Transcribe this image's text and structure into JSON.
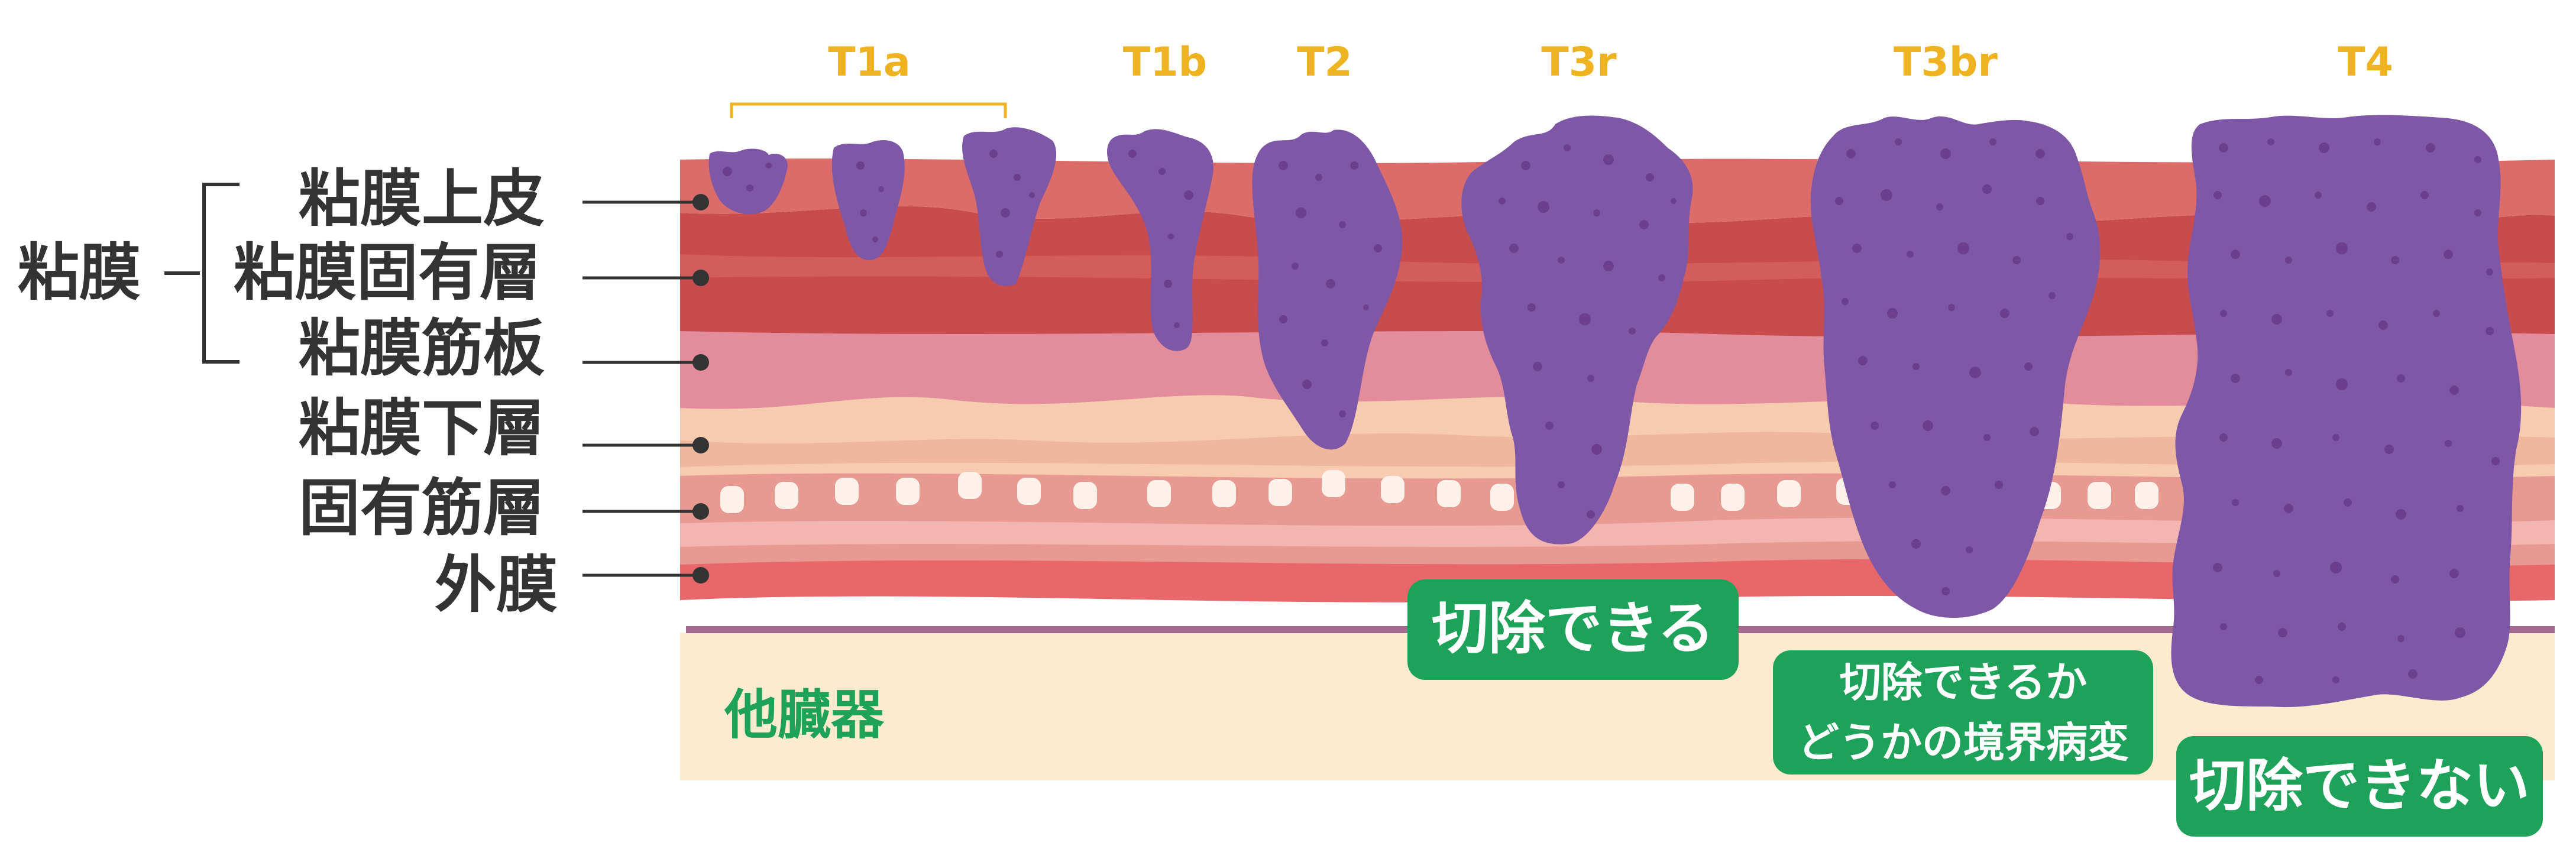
{
  "stages": {
    "t1a": "T1a",
    "t1b": "T1b",
    "t2": "T2",
    "t3r": "T3r",
    "t3br": "T3br",
    "t4": "T4"
  },
  "group_label": "粘膜",
  "layers": {
    "epithelium": "粘膜上皮",
    "lamina_propria": "粘膜固有層",
    "muscularis_mucosae": "粘膜筋板",
    "submucosa": "粘膜下層",
    "muscularis_propria": "固有筋層",
    "adventitia": "外膜"
  },
  "other_organs": "他臓器",
  "badges": {
    "resectable": "切除できる",
    "borderline_line1": "切除できるか",
    "borderline_line2": "どうかの境界病変",
    "unresectable": "切除できない"
  },
  "colors": {
    "epithelium": "#dc6c6a",
    "lamina_propria": "#c84c4e",
    "muscularis_mucosae": "#e28c9c",
    "submucosa": "#f7cbb0",
    "muscularis_propria": "#e89a92",
    "adventitia": "#e8676b",
    "other_organs": "#fdebd0",
    "tumor": "#7e58a6",
    "tumor_dots": "#6b3f8e",
    "badge_green": "#1ea25a",
    "stage_gold": "#efb321"
  }
}
